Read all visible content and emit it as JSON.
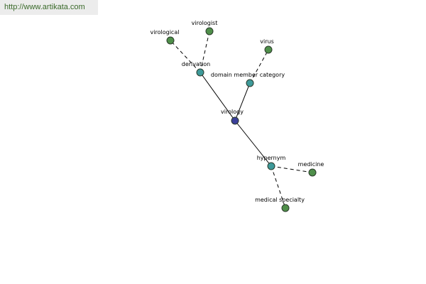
{
  "watermark_url": "http://www.artikata.com",
  "colors": {
    "center_node": "#3b3f9a",
    "relation_node": "#3e9a9a",
    "leaf_node": "#4f8f4a"
  },
  "graph": {
    "nodes": [
      {
        "id": "virology",
        "label": "virology",
        "kind": "center"
      },
      {
        "id": "derivation",
        "label": "derivation",
        "kind": "relation"
      },
      {
        "id": "domain",
        "label": "domain member category",
        "kind": "relation"
      },
      {
        "id": "hypernym",
        "label": "hypernym",
        "kind": "relation"
      },
      {
        "id": "virological",
        "label": "virological",
        "kind": "leaf"
      },
      {
        "id": "virologist",
        "label": "virologist",
        "kind": "leaf"
      },
      {
        "id": "virus",
        "label": "virus",
        "kind": "leaf"
      },
      {
        "id": "medicine",
        "label": "medicine",
        "kind": "leaf"
      },
      {
        "id": "medical_specialty",
        "label": "medical specialty",
        "kind": "leaf"
      }
    ],
    "edges": [
      {
        "from": "virology",
        "to": "derivation",
        "style": "solid"
      },
      {
        "from": "virology",
        "to": "domain",
        "style": "solid"
      },
      {
        "from": "virology",
        "to": "hypernym",
        "style": "solid"
      },
      {
        "from": "derivation",
        "to": "virological",
        "style": "dashed"
      },
      {
        "from": "derivation",
        "to": "virologist",
        "style": "dashed"
      },
      {
        "from": "domain",
        "to": "virus",
        "style": "dashed"
      },
      {
        "from": "hypernym",
        "to": "medicine",
        "style": "dashed"
      },
      {
        "from": "hypernym",
        "to": "medical_specialty",
        "style": "dashed"
      }
    ]
  }
}
